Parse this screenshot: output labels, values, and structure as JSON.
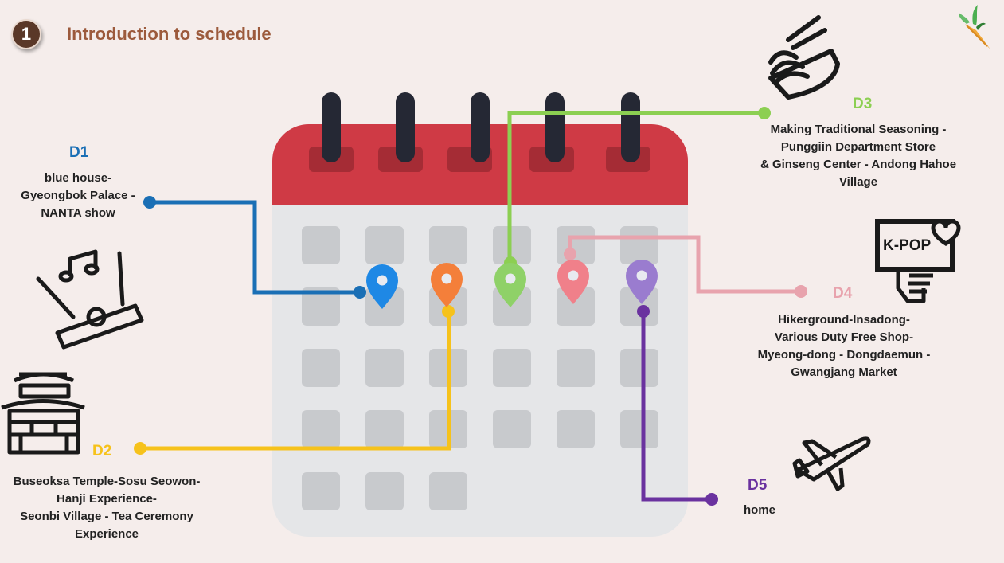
{
  "header": {
    "step_number": "1",
    "title": "Introduction to schedule"
  },
  "colors": {
    "background": "#f5edeb",
    "title": "#9c5a3c",
    "calendar_header": "#cf3a45",
    "calendar_body": "#e5e6e8",
    "calendar_cell": "#c8cacd",
    "d1": "#1a6fb5",
    "d2": "#f6c21b",
    "d3": "#8ccf52",
    "d4": "#e8a3ad",
    "d5": "#6a329f",
    "pin_blue": "#1e88e5",
    "pin_orange": "#f47f3a",
    "pin_green": "#8fd168",
    "pin_pink": "#f0808a",
    "pin_purple": "#9a7ccf"
  },
  "days": {
    "d1": {
      "label": "D1",
      "text": "blue house-\nGyeongbok Palace -\nNANTA show"
    },
    "d2": {
      "label": "D2",
      "text": "Buseoksa Temple-Sosu Seowon-\nHanji Experience-\nSeonbi Village - Tea Ceremony\nExperience"
    },
    "d3": {
      "label": "D3",
      "text": "Making Traditional Seasoning  -\nPunggiin Department Store\n& Ginseng Center - Andong Hahoe\nVillage"
    },
    "d4": {
      "label": "D4",
      "text": "Hikerground-Insadong-\nVarious Duty Free Shop-\nMyeong-dong - Dongdaemun -\nGwangjang Market"
    },
    "d5": {
      "label": "D5",
      "text": "home"
    }
  },
  "icons": {
    "d1": "music-performance-icon",
    "d2": "traditional-building-icon",
    "d3": "noodle-bowl-icon",
    "d4": "kpop-sign-icon",
    "d5": "airplane-icon",
    "corner": "carrot-logo-icon"
  },
  "kpop_sign_text": "K-POP"
}
